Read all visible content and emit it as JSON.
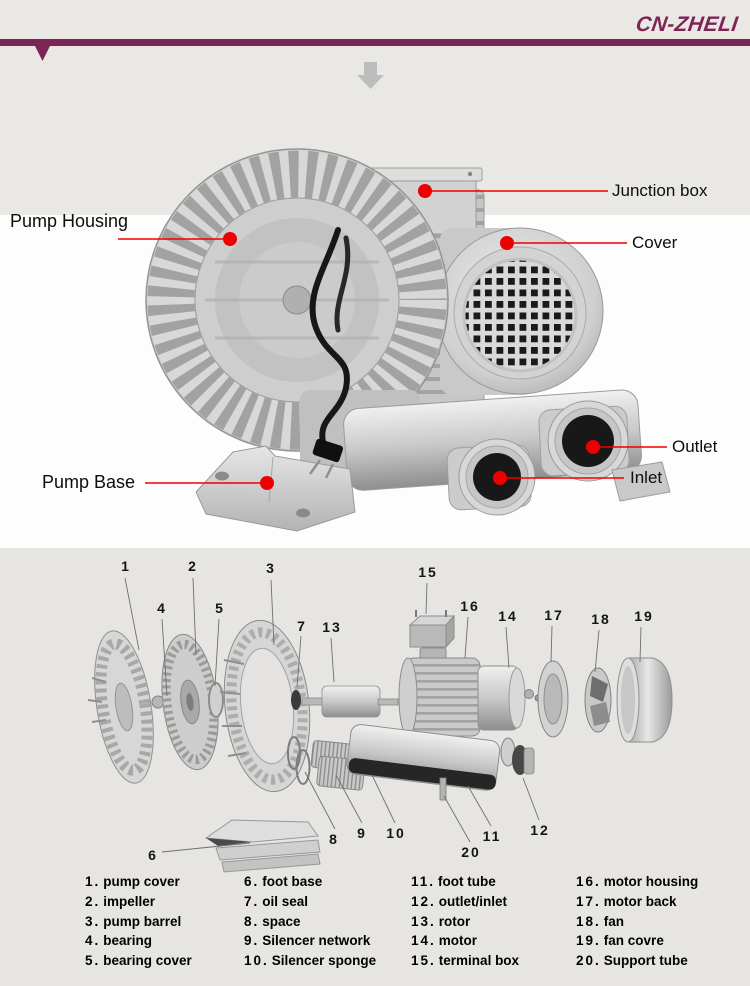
{
  "header": {
    "brand": "CN-ZHELI"
  },
  "hero": {
    "annotations": {
      "junction_box": "Junction box",
      "cover": "Cover",
      "pump_housing": "Pump Housing",
      "outlet": "Outlet",
      "inlet": "Inlet",
      "pump_base": "Pump Base"
    }
  },
  "exploded": {
    "num_pump_cover": "1",
    "num_impeller": "2",
    "num_pump_barrel": "3",
    "num_bearing": "4",
    "num_bearing_cover": "5",
    "num_foot_base": "6",
    "num_oil_seal": "7",
    "num_space": "8",
    "num_silencer_network": "9",
    "num_silencer_sponge": "10",
    "num_foot_tube": "11",
    "num_outlet_inlet": "12",
    "num_rotor": "13",
    "num_motor": "14",
    "num_terminal_box": "15",
    "num_motor_housing": "16",
    "num_motor_back": "17",
    "num_fan": "18",
    "num_fan_cover": "19",
    "num_support_tube": "20"
  },
  "legend": {
    "sep": ".",
    "col1": [
      {
        "num": "1",
        "label": "pump cover"
      },
      {
        "num": "2",
        "label": "impeller"
      },
      {
        "num": "3",
        "label": "pump barrel"
      },
      {
        "num": "4",
        "label": "bearing"
      },
      {
        "num": "5",
        "label": "bearing cover"
      }
    ],
    "col2": [
      {
        "num": "6",
        "label": "foot base"
      },
      {
        "num": "7",
        "label": "oil seal"
      },
      {
        "num": "8",
        "label": "space"
      },
      {
        "num": "9",
        "label": "Silencer network"
      },
      {
        "num": "10",
        "label": "Silencer sponge"
      }
    ],
    "col3": [
      {
        "num": "11",
        "label": "foot tube"
      },
      {
        "num": "12",
        "label": "outlet/inlet"
      },
      {
        "num": "13",
        "label": "rotor"
      },
      {
        "num": "14",
        "label": "motor"
      },
      {
        "num": "15",
        "label": "terminal box"
      }
    ],
    "col4": [
      {
        "num": "16",
        "label": "motor housing"
      },
      {
        "num": "17",
        "label": "motor back"
      },
      {
        "num": "18",
        "label": "fan"
      },
      {
        "num": "19",
        "label": "fan covre"
      },
      {
        "num": "20",
        "label": "Support tube"
      }
    ]
  },
  "colors": {
    "brand_purple": "#7c2456",
    "callout_red": "#ee0000",
    "page_gray": "#e9e8e5",
    "section_gray": "#e6e5e2"
  }
}
